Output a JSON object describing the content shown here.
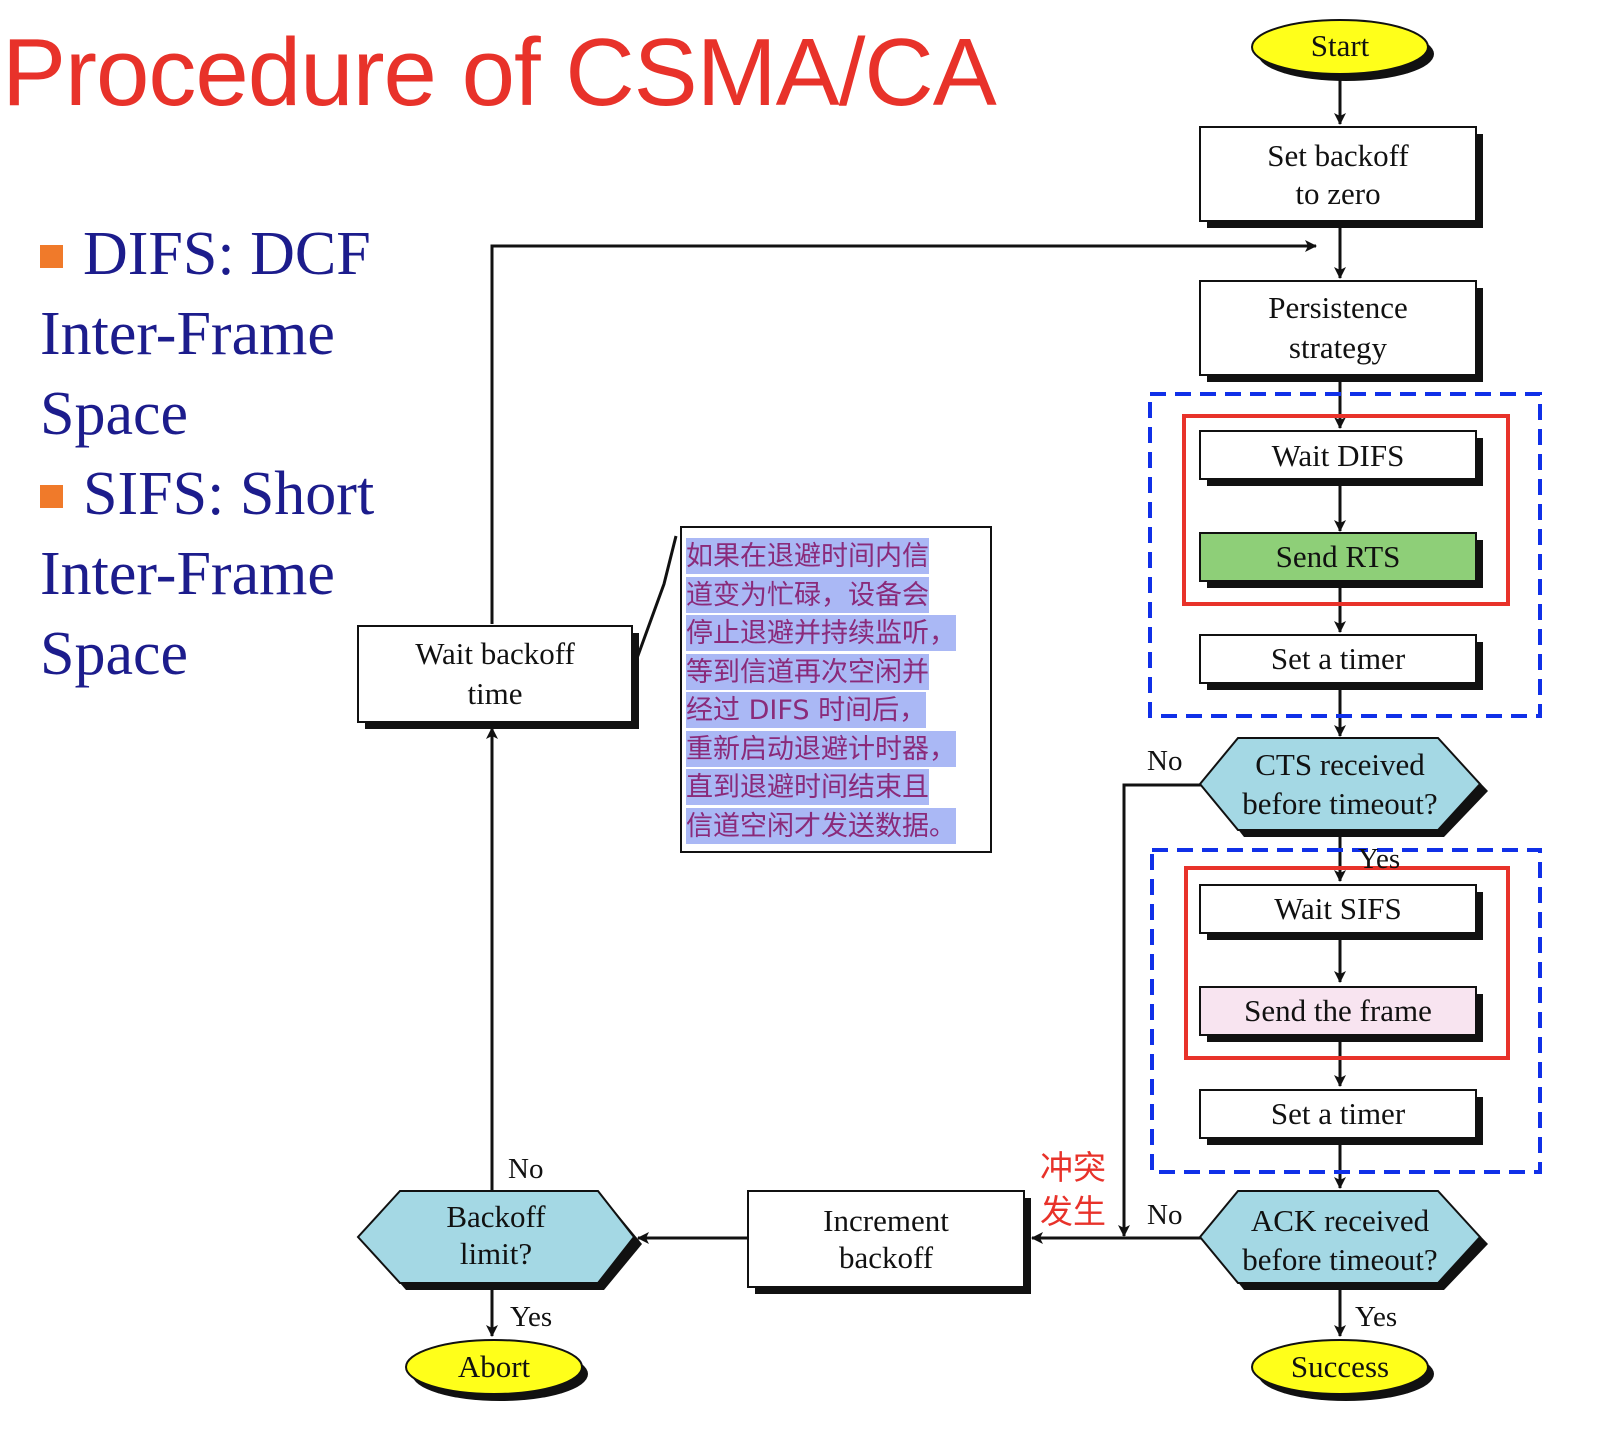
{
  "title": "Procedure of CSMA/CA",
  "bullets": [
    {
      "text": "DIFS: DCF Inter-Frame Space"
    },
    {
      "text": "SIFS: Short Inter-Frame Space"
    }
  ],
  "flowchart": {
    "start": "Start",
    "set_backoff": [
      "Set backoff",
      "to zero"
    ],
    "persistence": [
      "Persistence",
      "strategy"
    ],
    "wait_difs": "Wait DIFS",
    "send_rts": "Send RTS",
    "set_timer_1": "Set a timer",
    "cts_decision": [
      "CTS received",
      "before timeout?"
    ],
    "wait_sifs": "Wait SIFS",
    "send_frame": "Send the frame",
    "set_timer_2": "Set a timer",
    "ack_decision": [
      "ACK received",
      "before timeout?"
    ],
    "success": "Success",
    "increment_backoff": [
      "Increment",
      "backoff"
    ],
    "backoff_limit": [
      "Backoff",
      "limit?"
    ],
    "abort": "Abort",
    "wait_backoff": [
      "Wait backoff",
      "time"
    ],
    "labels": {
      "cts_no": "No",
      "cts_yes": "Yes",
      "ack_no": "No",
      "ack_yes": "Yes",
      "limit_no": "No",
      "limit_yes": "Yes"
    }
  },
  "callout": {
    "lines": [
      "如果在退避时间内信",
      "道变为忙碌，设备会",
      "停止退避并持续监听，",
      "等到信道再次空闲并",
      "经过 DIFS 时间后，",
      "重新启动退避计时器，",
      "直到退避时间结束且",
      "信道空闲才发送数据。"
    ]
  },
  "collision_note": "冲突发生",
  "colors": {
    "title": "#e8322a",
    "bullet_text": "#1c1c8c",
    "bullet_marker": "#f07a2a",
    "terminal_fill": "#ffff1a",
    "decision_fill": "#a4d8e4",
    "send_rts_fill": "#8ecf78",
    "send_frame_fill": "#f8e4f0",
    "red_frame": "#e8322a",
    "blue_dashed": "#1030e8",
    "callout_highlight": "#aab8f5",
    "callout_text": "#8a2a7a"
  }
}
